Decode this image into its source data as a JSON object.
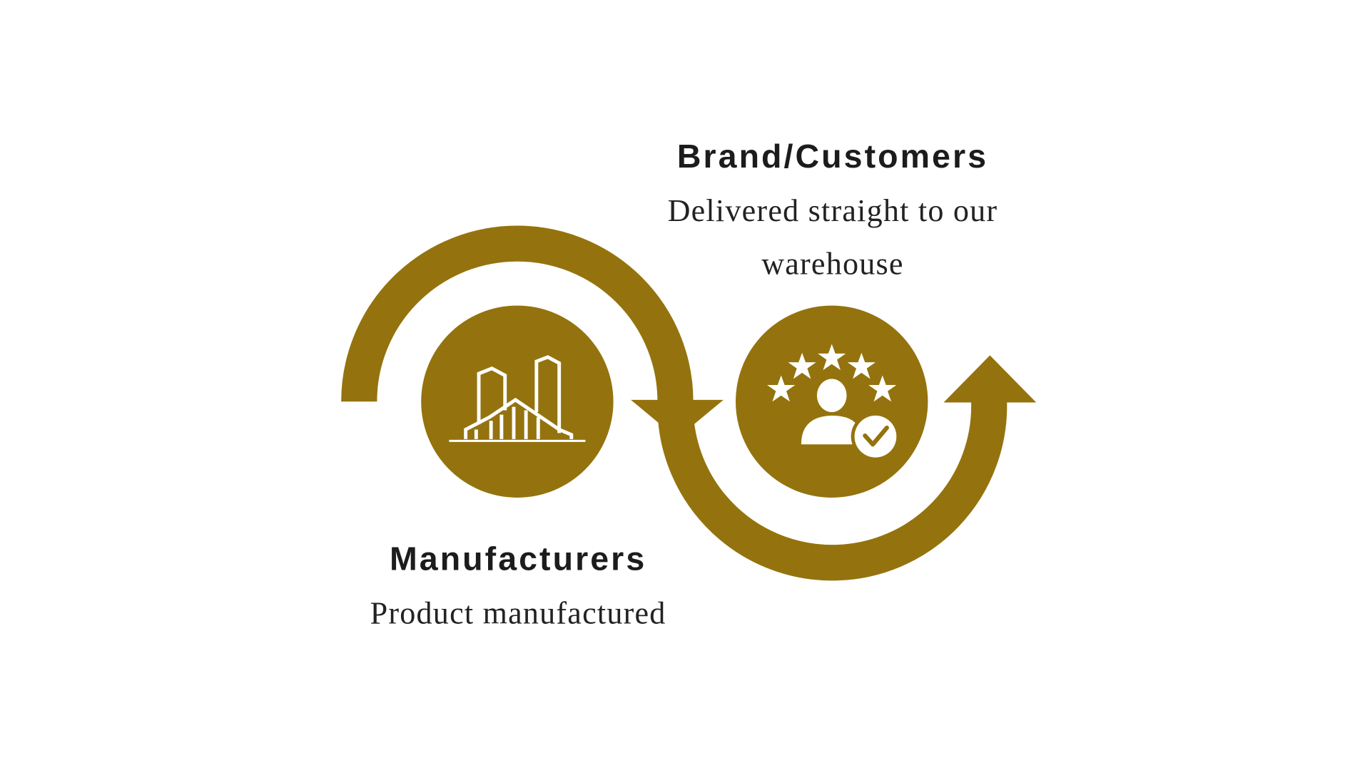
{
  "colors": {
    "accent": "#94730E",
    "text": "#1c1c1c",
    "background": "#ffffff"
  },
  "manufacturers": {
    "title": "Manufacturers",
    "description": "Product manufactured",
    "icon": "factory-building-icon"
  },
  "brand": {
    "title": "Brand/Customers",
    "description_line1": "Delivered straight to our",
    "description_line2": "warehouse",
    "icon": "customer-rating-icon"
  }
}
